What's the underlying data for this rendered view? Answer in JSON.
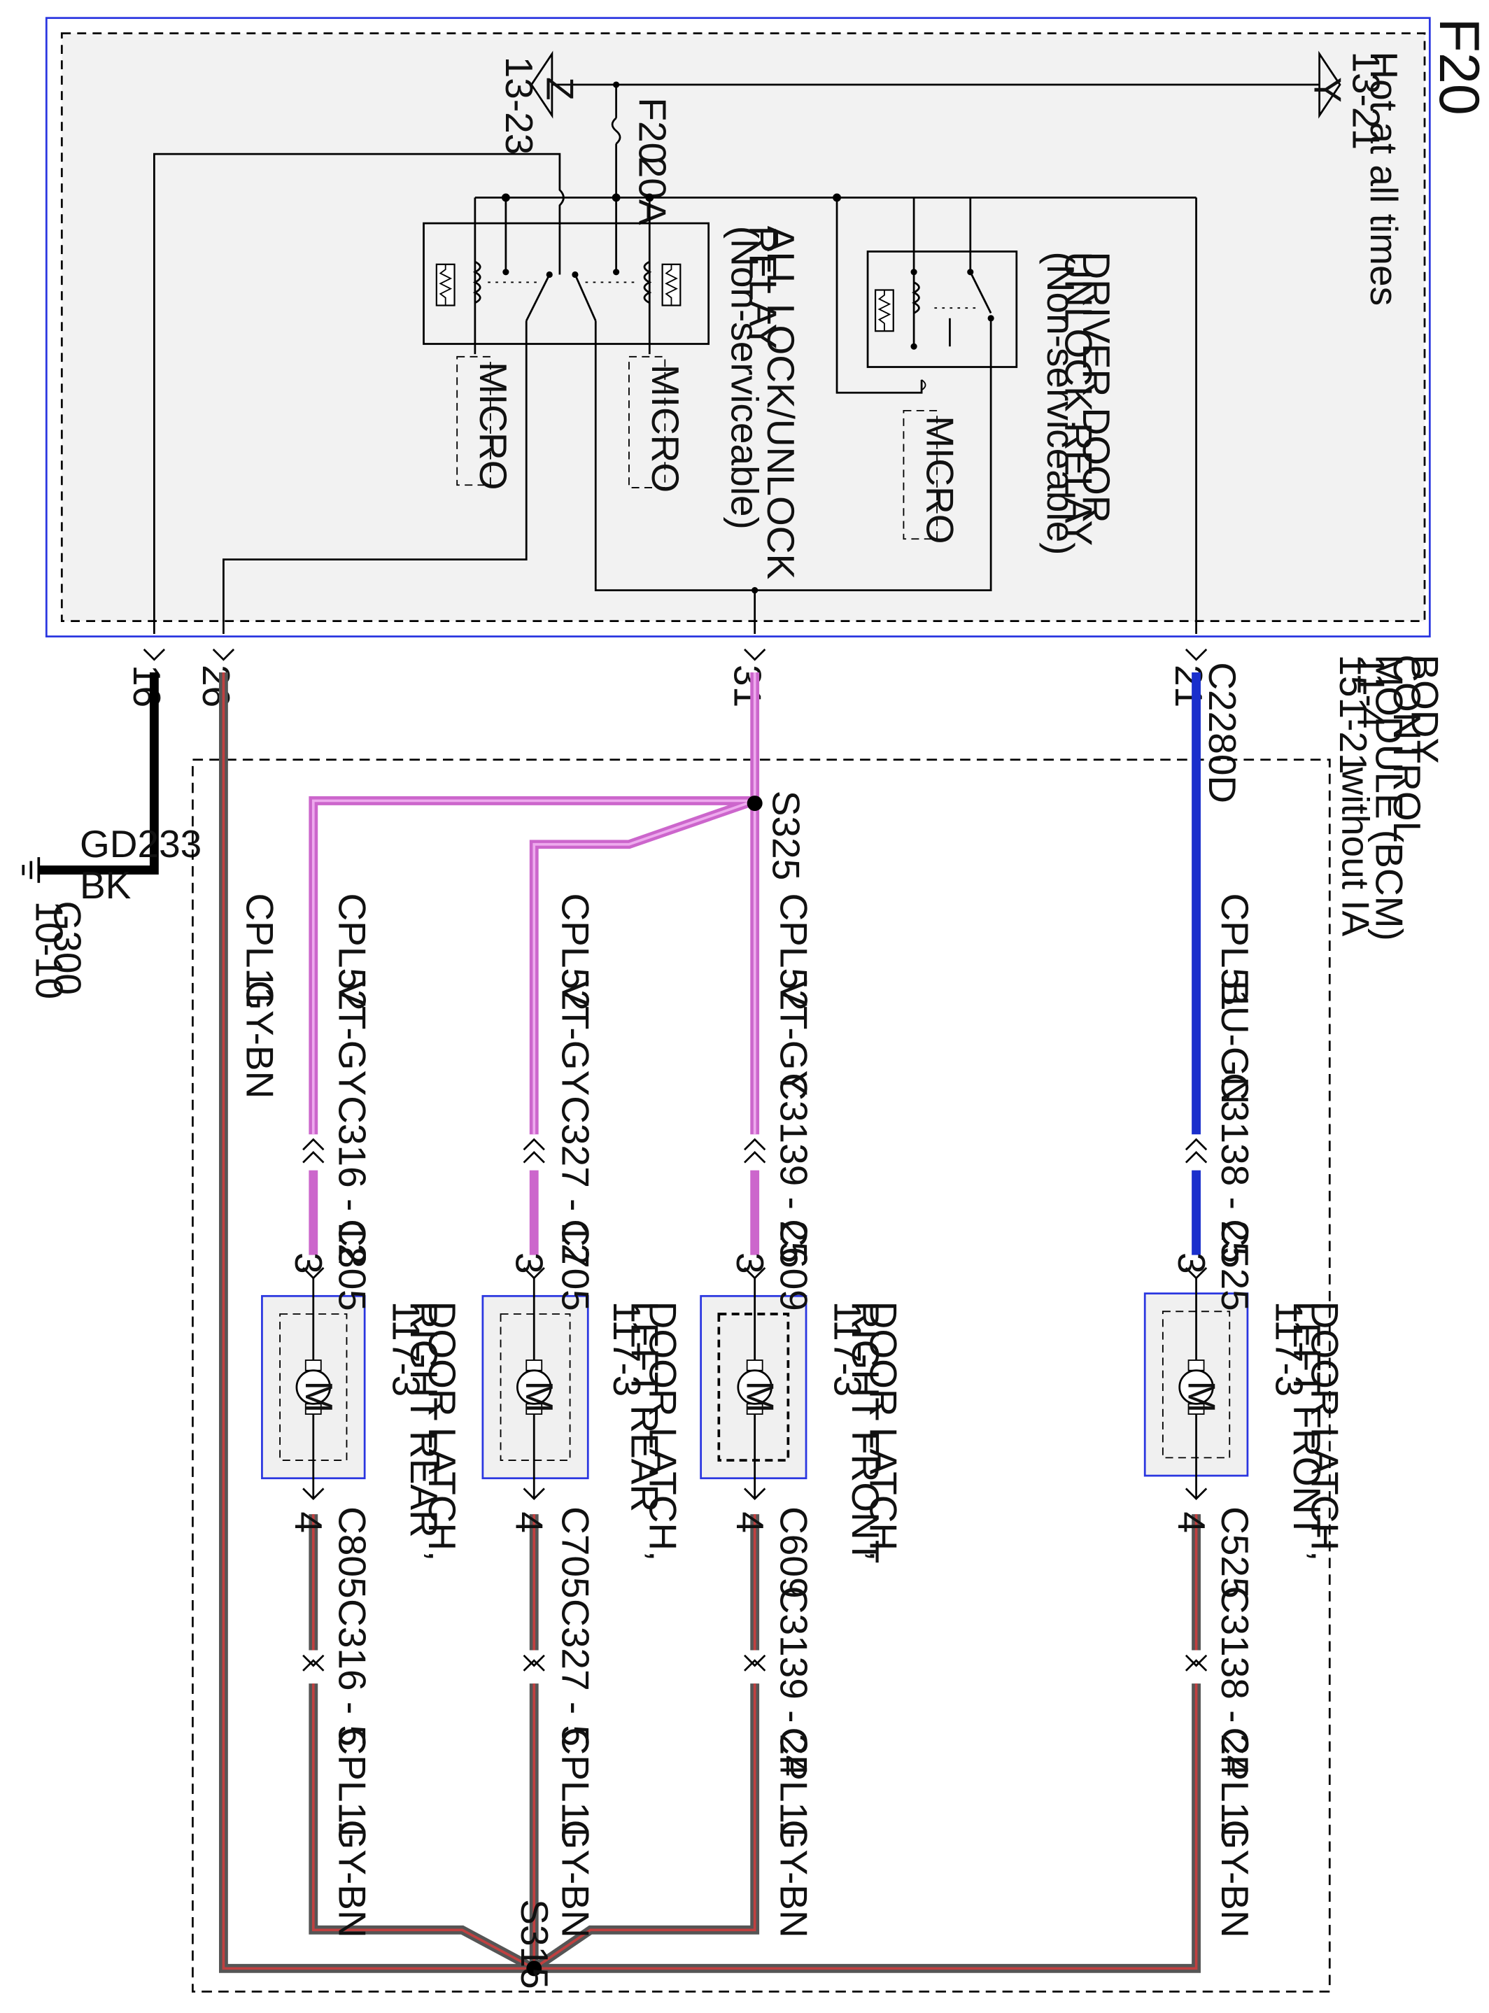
{
  "page_id": "F20",
  "module": {
    "name_lines": [
      "BODY",
      "CONTROL",
      "MODULE (BCM)",
      "11-4",
      "151-21"
    ],
    "connector": "C2280D",
    "option_note": "without IA"
  },
  "power": {
    "hot_label": "Hot at all times",
    "hot_ref": "13-21",
    "hot_letter": "Y",
    "z_ref": "13-23",
    "z_letter": "Z",
    "fuse_name": "F20",
    "fuse_rating": "20A"
  },
  "relays": {
    "all_lock": [
      "ALL LOCK/UNLOCK",
      "RELAY",
      "(Non-serviceable)"
    ],
    "driver_unlock": [
      "DRIVER DOOR",
      "UNLOCK RELAY",
      "(Non-serviceable)"
    ],
    "micro_label": "MICRO"
  },
  "pins": {
    "p16": "16",
    "p26": "26",
    "p31": "31",
    "p21": "21"
  },
  "ground": {
    "wire": "GD233",
    "color": "BK",
    "point": "G300",
    "ref": "10-10"
  },
  "splices": {
    "s325": "S325",
    "s315": "S315"
  },
  "wires": {
    "cpl52": "CPL52",
    "vt_gy": "VT-GY",
    "cpl51": "CPL51",
    "bu_gn": "BU-GN",
    "cpl11": "CPL11",
    "gy_bn": "GY-BN"
  },
  "wire_colors": {
    "violet_gray": "#cc66cc",
    "blue_green": "#1a2fcc",
    "gray_brown": "#7a4040",
    "black": "#000000"
  },
  "latches": {
    "left_front": {
      "lines": [
        "DOOR LATCH,",
        "LEFT FRONT",
        "117-3"
      ],
      "in_conn": "C3138 - 25",
      "out_conn": "C3138 - 24",
      "dev_conn": "C525",
      "pin_in": "3",
      "pin_out": "4"
    },
    "right_front": {
      "lines": [
        "DOOR LATCH,",
        "RIGHT FRONT",
        "117-3"
      ],
      "in_conn": "C3139 - 25",
      "out_conn": "C3139 - 24",
      "dev_conn": "C609",
      "pin_in": "3",
      "pin_out": "4"
    },
    "left_rear": {
      "lines": [
        "DOOR LATCH,",
        "LEFT REAR",
        "117-3"
      ],
      "in_conn": "C327 - 12",
      "out_conn": "C327 - 5",
      "dev_conn": "C705",
      "pin_in": "3",
      "pin_out": "4"
    },
    "right_rear": {
      "lines": [
        "DOOR LATCH,",
        "RIGHT REAR",
        "117-3"
      ],
      "in_conn": "C316 - 12",
      "out_conn": "C316 - 5",
      "dev_conn": "C805",
      "pin_in": "3",
      "pin_out": "4"
    }
  },
  "motor_letter": "M"
}
